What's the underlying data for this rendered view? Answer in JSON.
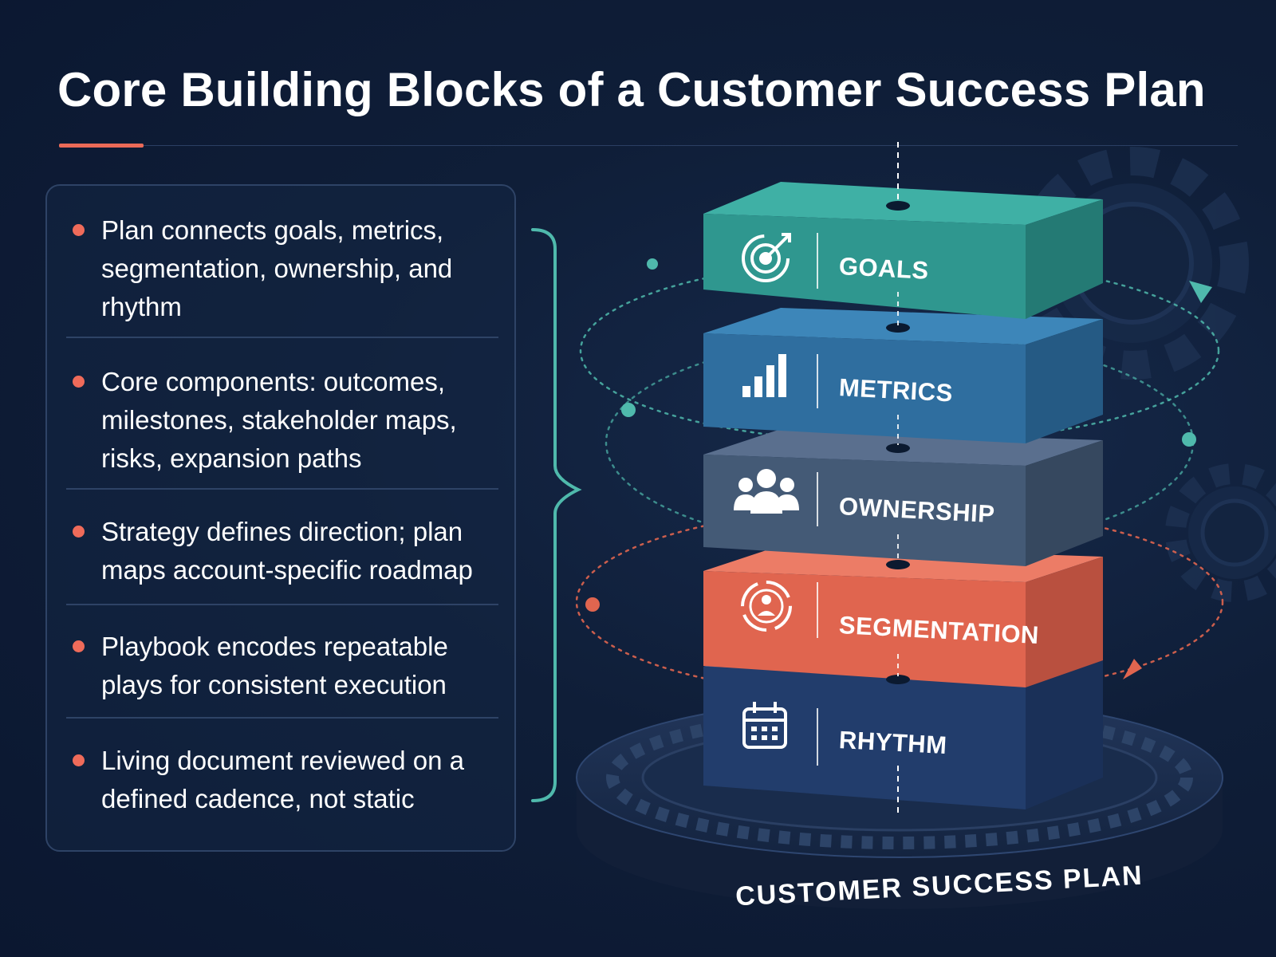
{
  "title": "Core Building Blocks of a Customer Success Plan",
  "points": [
    "Plan connects goals, metrics, segmentation, ownership, and rhythm",
    "Core components: outcomes, milestones, stakeholder maps, risks, expansion paths",
    "Strategy defines direction; plan maps account-specific roadmap",
    "Playbook encodes repeatable plays for consistent execution",
    "Living document reviewed on a defined cadence, not static"
  ],
  "blocks": [
    {
      "label": "GOALS",
      "icon": "target-icon",
      "color": "#2f978f"
    },
    {
      "label": "METRICS",
      "icon": "bar-chart-icon",
      "color": "#2f6e9f"
    },
    {
      "label": "OWNERSHIP",
      "icon": "team-icon",
      "color": "#445a76"
    },
    {
      "label": "SEGMENTATION",
      "icon": "person-target-icon",
      "color": "#e0654f"
    },
    {
      "label": "RHYTHM",
      "icon": "calendar-icon",
      "color": "#223d6c"
    }
  ],
  "base_label": "CUSTOMER SUCCESS PLAN",
  "colors": {
    "accent": "#ea6a58",
    "teal": "#4fb9ac",
    "background": "#0f1e38"
  }
}
